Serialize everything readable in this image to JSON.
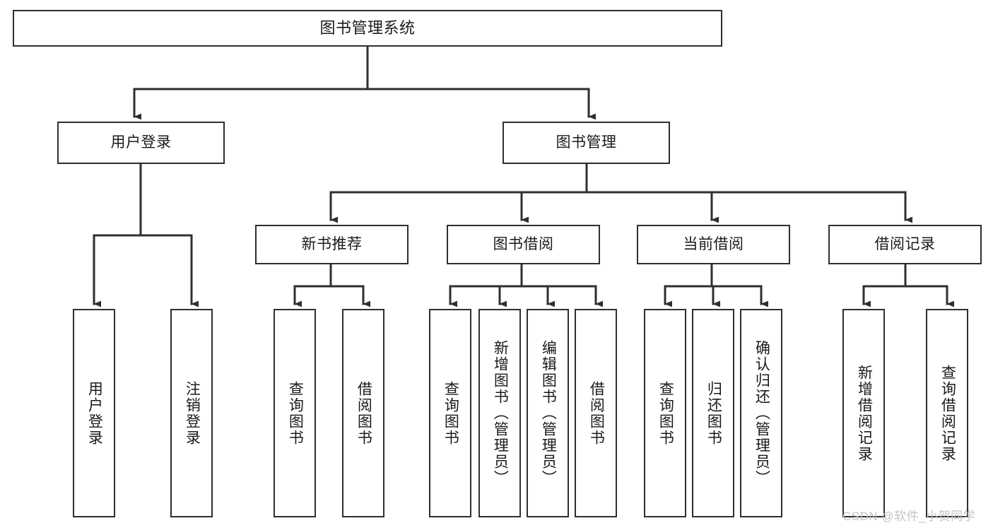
{
  "diagram": {
    "type": "tree-hierarchy-diagram",
    "title": "图书管理系统",
    "orientation": "top-down",
    "style": {
      "box_fill": "#ffffff",
      "box_stroke": "#2f2f2f",
      "text_color": "#1a1a1a",
      "connector_color": "#2f2f2f",
      "background": "#ffffff",
      "watermark_color": "#c3c3c3"
    },
    "levels": 4
  },
  "nodes": {
    "root": {
      "label": "图书管理系统",
      "level": 0
    },
    "level1": [
      {
        "id": "user-login",
        "label": "用户登录"
      },
      {
        "id": "book-management",
        "label": "图书管理"
      }
    ],
    "level2": [
      {
        "id": "new-book-recommend",
        "label": "新书推荐",
        "parent": "book-management"
      },
      {
        "id": "book-borrow",
        "label": "图书借阅",
        "parent": "book-management"
      },
      {
        "id": "current-borrow",
        "label": "当前借阅",
        "parent": "book-management"
      },
      {
        "id": "borrow-record",
        "label": "借阅记录",
        "parent": "book-management"
      }
    ],
    "leaves": {
      "user-login": [
        {
          "id": "leaf-user-login",
          "label": "用户登录"
        },
        {
          "id": "leaf-user-logout",
          "label": "注销登录"
        }
      ],
      "new-book-recommend": [
        {
          "id": "leaf-query-book-1",
          "label": "查询图书"
        },
        {
          "id": "leaf-borrow-book-1",
          "label": "借阅图书"
        }
      ],
      "book-borrow": [
        {
          "id": "leaf-query-book-2",
          "label": "查询图书"
        },
        {
          "id": "leaf-add-book",
          "label": "新增图书（管理员）"
        },
        {
          "id": "leaf-edit-book",
          "label": "编辑图书（管理员）"
        },
        {
          "id": "leaf-borrow-book-2",
          "label": "借阅图书"
        }
      ],
      "current-borrow": [
        {
          "id": "leaf-query-book-3",
          "label": "查询图书"
        },
        {
          "id": "leaf-return-book",
          "label": "归还图书"
        },
        {
          "id": "leaf-confirm-return",
          "label": "确认归还（管理员）"
        }
      ],
      "borrow-record": [
        {
          "id": "leaf-add-record",
          "label": "新增借阅记录"
        },
        {
          "id": "leaf-query-record",
          "label": "查询借阅记录"
        }
      ]
    }
  },
  "watermark": {
    "text": "CSDN @软件_小贺同学"
  }
}
